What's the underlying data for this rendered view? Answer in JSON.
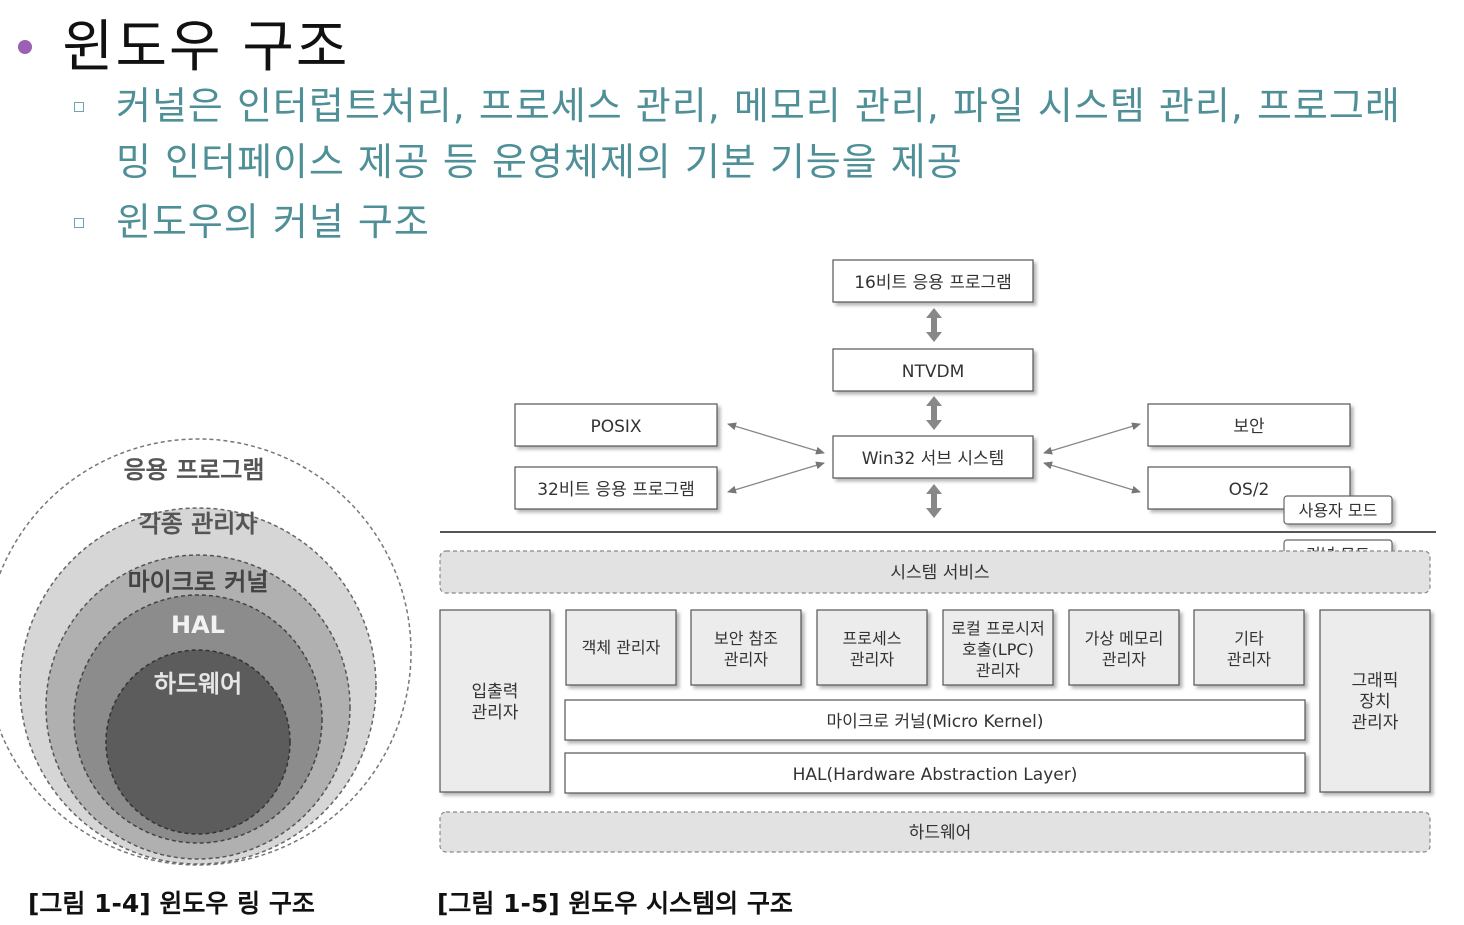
{
  "slide": {
    "title": "윈도우 구조",
    "bullets": [
      "커널은 인터럽트처리, 프로세스 관리, 메모리 관리, 파일 시스템 관리, 프로그래밍 인터페이스 제공 등 운영체제의 기본 기능을 제공",
      "윈도우의 커널 구조"
    ]
  },
  "ring_diagram": {
    "layers": [
      "응용 프로그램",
      "각종 관리자",
      "마이크로 커널",
      "HAL",
      "하드웨어"
    ],
    "caption": "[그림 1-4] 윈도우 링 구조"
  },
  "system_diagram": {
    "user_mode": {
      "app16": "16비트 응용 프로그램",
      "ntvdm": "NTVDM",
      "win32": "Win32 서브 시스템",
      "posix": "POSIX",
      "app32": "32비트 응용 프로그램",
      "security": "보안",
      "os2": "OS/2"
    },
    "mode_labels": {
      "user": "사용자 모드",
      "kernel": "커널 모드"
    },
    "system_services": "시스템 서비스",
    "io_manager": "입출력 관리자",
    "graphics_manager": "그래픽 장치 관리자",
    "managers": [
      "객체 관리자",
      "보안 참조 관리자",
      "프로세스 관리자",
      "로컬 프로시저 호출(LPC) 관리자",
      "가상 메모리 관리자",
      "기타 관리자"
    ],
    "micro_kernel": "마이크로 커널(Micro Kernel)",
    "hal": "HAL(Hardware Abstraction Layer)",
    "hardware": "하드웨어",
    "caption": "[그림 1-5] 윈도우 시스템의 구조"
  },
  "colors": {
    "title_bullet": "#9b5fb3",
    "bullet_text": "#4f8f97"
  }
}
